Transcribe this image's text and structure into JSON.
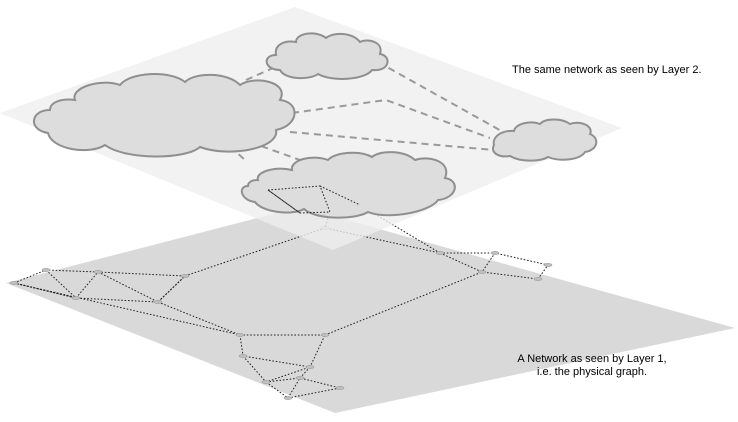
{
  "labels": {
    "layer2": "The same network as seen by Layer 2.",
    "layer1_line1": "A Network as seen by Layer 1,",
    "layer1_line2": "i.e. the physical graph."
  },
  "colors": {
    "layer1_plane": "#d9d9d9",
    "layer2_plane": "#eeeeee",
    "cloud_fill": "#dddddd",
    "cloud_stroke": "#8f8f8f",
    "dashed_link": "#9a9a9a",
    "physical_link": "#222222",
    "node": "#bfbfbf"
  }
}
